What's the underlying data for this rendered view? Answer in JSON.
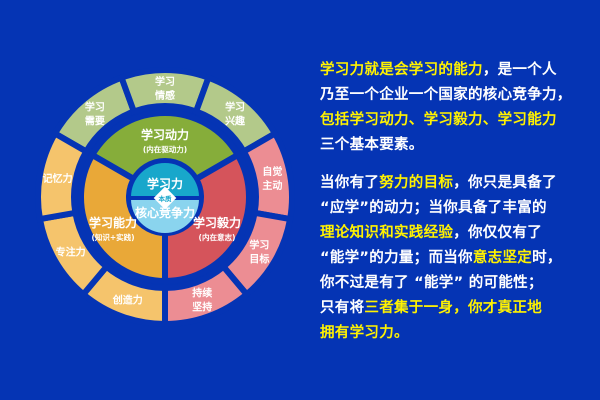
{
  "colors": {
    "background": "#0534b4",
    "highlight": "#fff200",
    "text": "#ffffff",
    "green_outer": "#b3c98a",
    "green_inner": "#86ad3a",
    "red_outer": "#ec8d93",
    "red_inner": "#d5545b",
    "orange_outer": "#f5c46c",
    "orange_inner": "#e9a838",
    "core_top": "#18a7cb",
    "core_bottom": "#8ad4ee"
  },
  "diagram": {
    "core": {
      "top": "学习力",
      "badge": "本质",
      "bottom": "核心竞争力"
    },
    "sectors": [
      {
        "title": "学习动力",
        "subtitle": "(内在驱动力)",
        "color": "green",
        "items": [
          [
            "学习",
            "需要"
          ],
          [
            "学习",
            "情感"
          ],
          [
            "学习",
            "兴趣"
          ]
        ]
      },
      {
        "title": "学习毅力",
        "subtitle": "(内在意志)",
        "color": "red",
        "items": [
          [
            "自觉",
            "主动"
          ],
          [
            "学习",
            "目标"
          ],
          [
            "持续",
            "坚持"
          ]
        ]
      },
      {
        "title": "学习能力",
        "subtitle": "(知识+实践)",
        "color": "orange",
        "items": [
          [
            "创造力"
          ],
          [
            "专注力"
          ],
          [
            "记忆力"
          ]
        ]
      }
    ]
  },
  "text": {
    "paragraphs": [
      [
        [
          {
            "t": "学习力就是会学习的能力",
            "h": true
          },
          {
            "t": "，是一个人",
            "h": false
          }
        ],
        [
          {
            "t": "乃至一个企业一个国家的核心竞争力，",
            "h": false
          }
        ],
        [
          {
            "t": "包括学习动力、学习毅力、学习能力",
            "h": true
          }
        ],
        [
          {
            "t": "三个基本要素。",
            "h": false
          }
        ]
      ],
      [
        [
          {
            "t": "当你有了",
            "h": false
          },
          {
            "t": "努力的目标",
            "h": true
          },
          {
            "t": "，你只是具备了",
            "h": false
          }
        ],
        [
          {
            "t": " “应学”的动力；当你具备了丰富的",
            "h": false
          }
        ],
        [
          {
            "t": "理论知识和实践经验",
            "h": true
          },
          {
            "t": "，你仅仅有了",
            "h": false
          }
        ],
        [
          {
            "t": " “能学”的力量；而当你",
            "h": false
          },
          {
            "t": "意志坚定",
            "h": true
          },
          {
            "t": "时，",
            "h": false
          }
        ],
        [
          {
            "t": "你不过是有了 “能学” 的可能性；",
            "h": false
          }
        ],
        [
          {
            "t": "只有将",
            "h": false
          },
          {
            "t": "三者集于一身，你才真正地",
            "h": true
          }
        ],
        [
          {
            "t": "拥有学习力。",
            "h": true
          }
        ]
      ]
    ]
  }
}
